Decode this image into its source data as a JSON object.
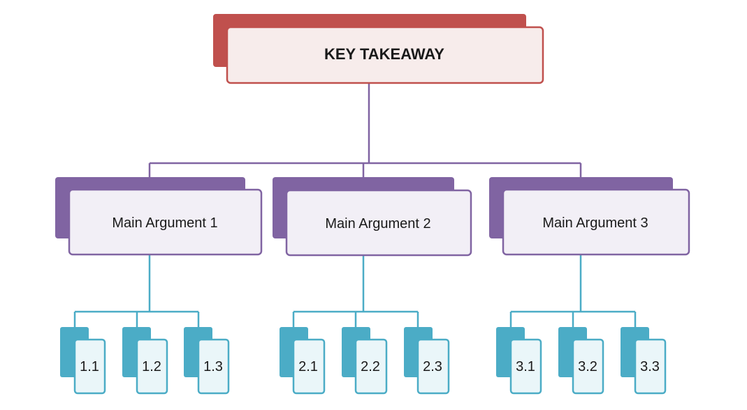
{
  "colors": {
    "root_dark": "#c0504d",
    "root_light": "#f7eceb",
    "main_dark": "#8064a2",
    "main_light": "#f2eff6",
    "sub_dark": "#4bacc6",
    "sub_light": "#eaf6f9",
    "root_connector": "#8064a2",
    "main_connector": "#8064a2",
    "sub_connector": "#4bacc6",
    "text": "#1a1a1a",
    "background": "#ffffff"
  },
  "root": {
    "label": "KEY TAKEAWAY"
  },
  "arguments": [
    {
      "label": "Main Argument 1",
      "subs": [
        "1.1",
        "1.2",
        "1.3"
      ]
    },
    {
      "label": "Main Argument 2",
      "subs": [
        "2.1",
        "2.2",
        "2.3"
      ]
    },
    {
      "label": "Main Argument 3",
      "subs": [
        "3.1",
        "3.2",
        "3.3"
      ]
    }
  ]
}
